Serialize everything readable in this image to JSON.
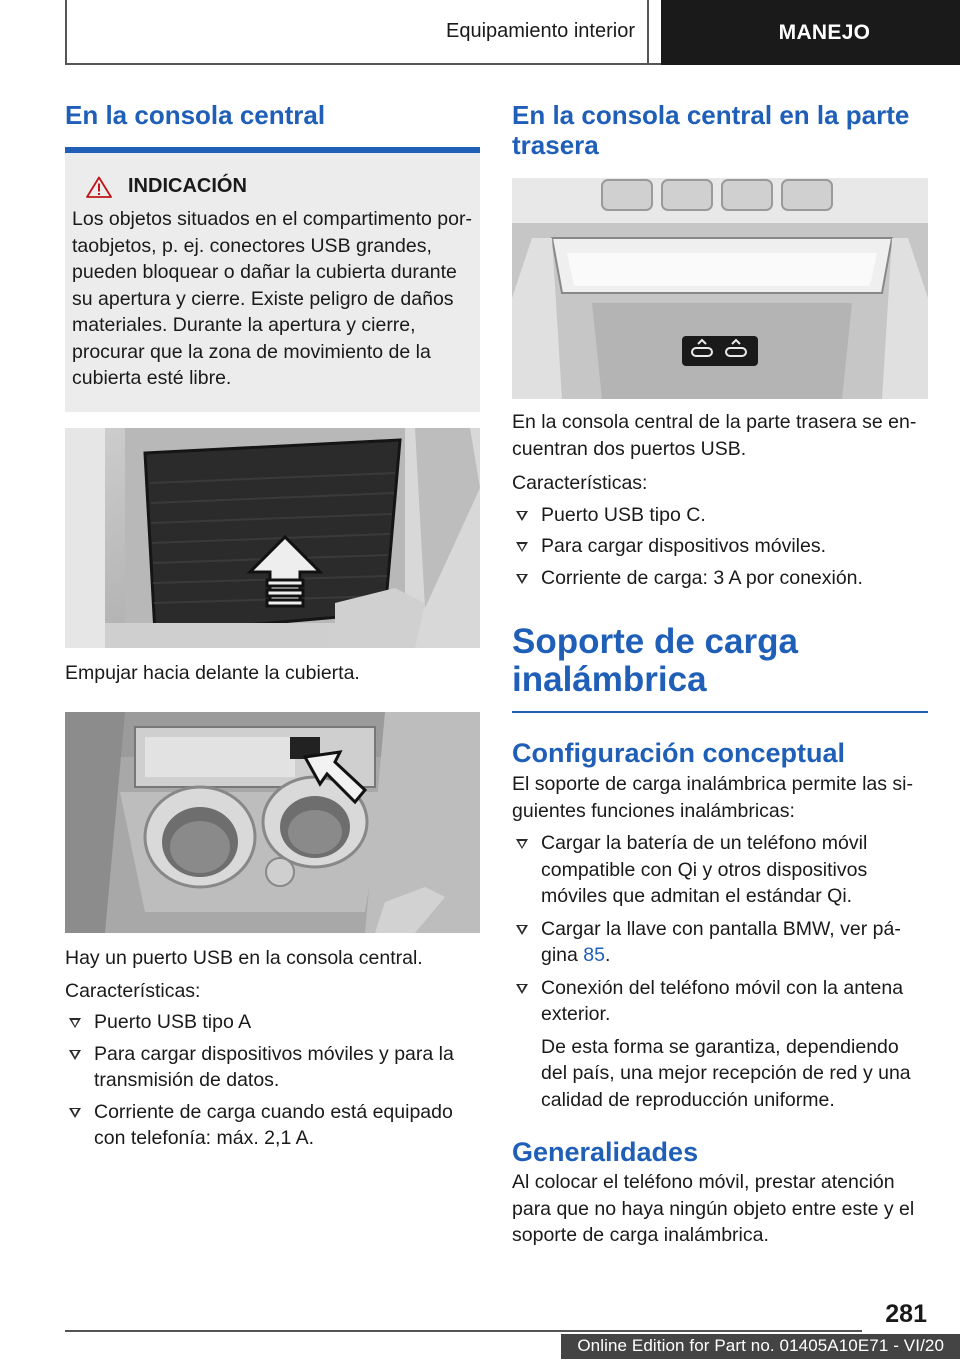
{
  "header": {
    "section": "Equipamiento interior",
    "chapter": "MANEJO"
  },
  "left": {
    "title": "En la consola central",
    "notice": {
      "heading": "INDICACIÓN",
      "text": "Los objetos situados en el compartimento por­taobjetos, p. ej. conectores USB grandes, pue­den bloquear o dañar la cubierta durante su apertura y cierre. Existe peligro de daños mate­riales. Durante la apertura y cierre, procurar que la zona de movimiento de la cubierta esté libre."
    },
    "caption1": "Empujar hacia delante la cubierta.",
    "caption2": "Hay un puerto USB en la consola central.",
    "features_label": "Características:",
    "features": [
      "Puerto USB tipo A",
      "Para cargar dispositivos móviles y para la transmisión de datos.",
      "Corriente de carga cuando está equipado con telefonía: máx. 2,1 A."
    ]
  },
  "right": {
    "title": "En la consola central en la parte trasera",
    "intro": "En la consola central de la parte trasera se en­cuentran dos puertos USB.",
    "features_label": "Características:",
    "features": [
      "Puerto USB tipo C.",
      "Para cargar dispositivos móviles.",
      "Corriente de carga: 3 A por conexión."
    ],
    "big_title": "Soporte de carga inalámbrica",
    "concept_title": "Configuración conceptual",
    "concept_text": "El soporte de carga inalámbrica permite las si­guientes funciones inalámbricas:",
    "concept_items": {
      "item1": "Cargar la batería de un teléfono móvil compa­tible con Qi y otros dispositivos móviles que admitan el estándar Qi.",
      "item2_text": "Cargar la llave con pantalla BMW, ver pá­gina",
      "item2_link": "85",
      "item2_end": ".",
      "item3": "Conexión del teléfono móvil con la antena ex­terior.",
      "item3_note": "De esta forma se garantiza, dependiendo del país, una mejor recepción de red y una cali­dad de reproducción uniforme."
    },
    "general_title": "Generalidades",
    "general_text": "Al colocar el teléfono móvil, prestar atención para que no haya ningún objeto entre este y el so­porte de carga inalámbrica."
  },
  "footer": {
    "page_number": "281",
    "edition": "Online Edition for Part no. 01405A10E71 - VI/20"
  },
  "colors": {
    "accent": "#1f5fb8",
    "notice_bg": "#ececec",
    "chapter_bg": "#1a1a1a"
  }
}
